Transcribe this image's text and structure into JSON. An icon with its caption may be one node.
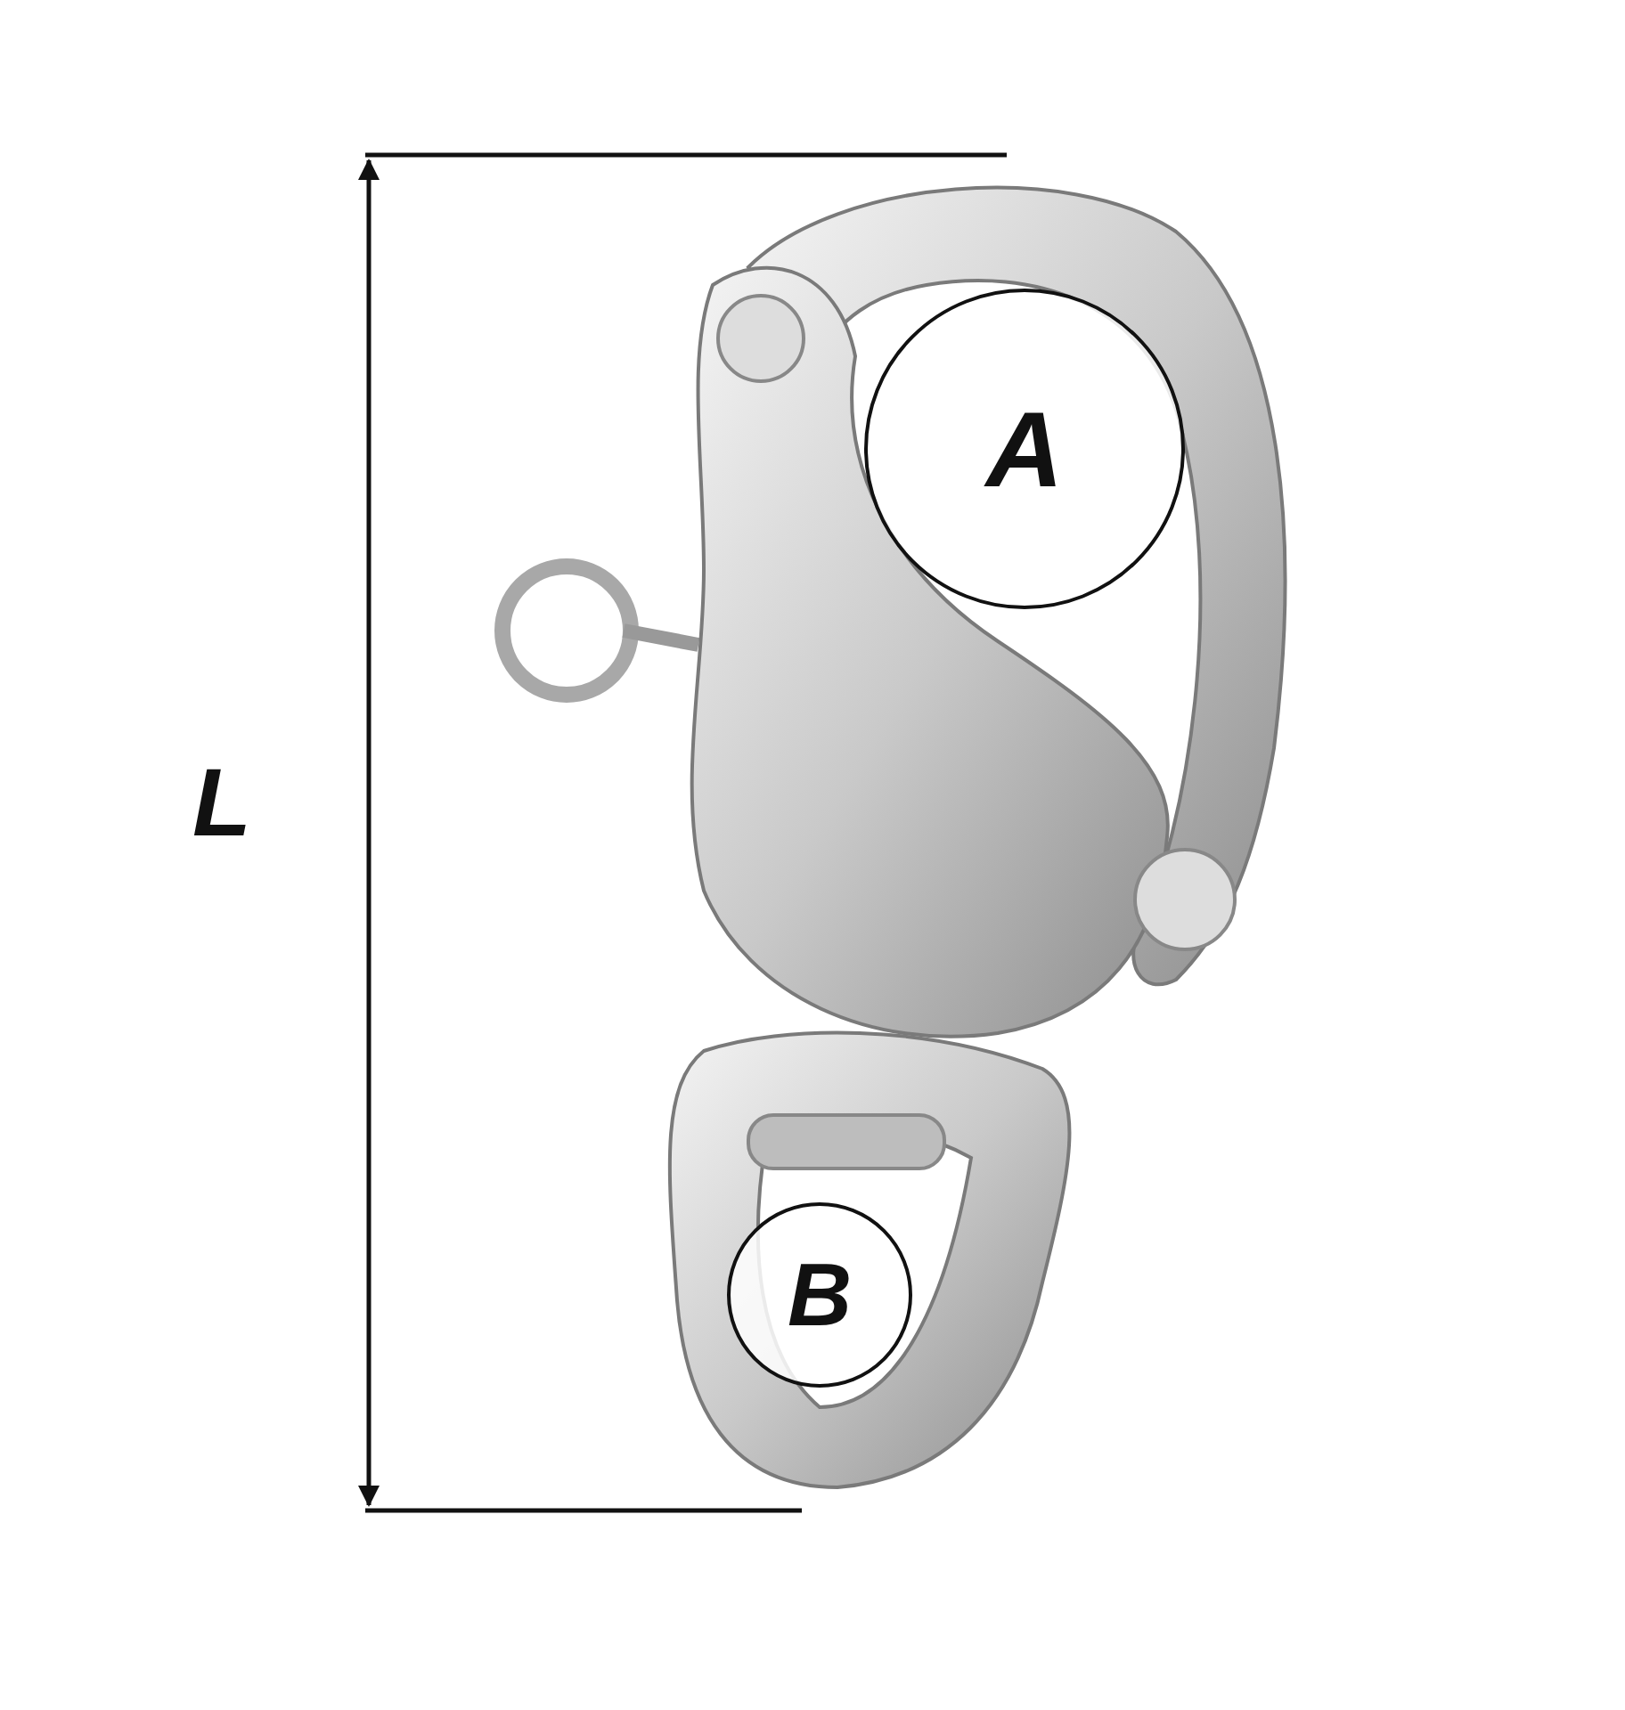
{
  "diagram": {
    "nodes": [
      {
        "text": [
          "A"
        ]
      },
      {
        "text": [
          "B"
        ]
      }
    ],
    "labels": [
      "L"
    ]
  }
}
